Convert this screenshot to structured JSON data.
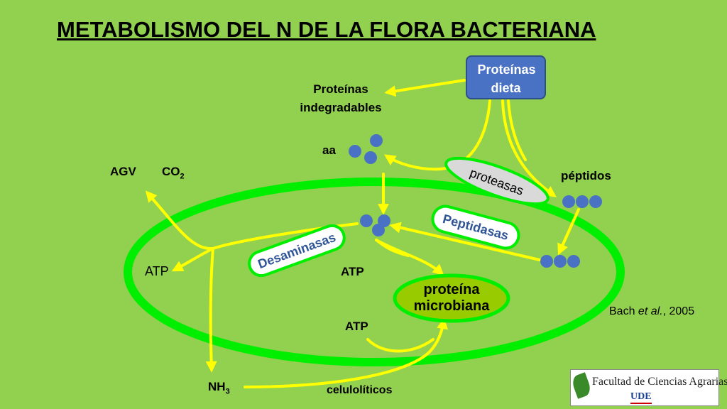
{
  "title": "METABOLISMO DEL N DE LA FLORA BACTERIANA",
  "nodes": {
    "proteinas_dieta": "Proteínas dieta",
    "proteinas_indegradables_1": "Proteínas",
    "proteinas_indegradables_2": "indegradables",
    "aa": "aa",
    "agv": "AGV",
    "co2_base": "CO",
    "co2_sub": "2",
    "peptidos": "péptidos",
    "proteasas": "proteasas",
    "peptidasas": "Peptidasas",
    "desaminasas": "Desaminasas",
    "atp_left": "ATP",
    "atp_mid": "ATP",
    "atp_bottom": "ATP",
    "proteina_microbiana_1": "proteína",
    "proteina_microbiana_2": "microbiana",
    "nh3_base": "NH",
    "nh3_sub": "3",
    "celuloliticos": "celulolíticos"
  },
  "citation": {
    "prefix": "Bach ",
    "italic": "et al.",
    "suffix": ", 2005"
  },
  "logo": {
    "line1": "Facultad de Ciencias Agrarias",
    "line2": "UDE"
  },
  "colors": {
    "background": "#92d050",
    "cell_membrane": "#00ee00",
    "arrows": "#ffff00",
    "dots": "#4a72c4",
    "box": "#4a72c4",
    "enzyme_label": "#2f5597"
  }
}
